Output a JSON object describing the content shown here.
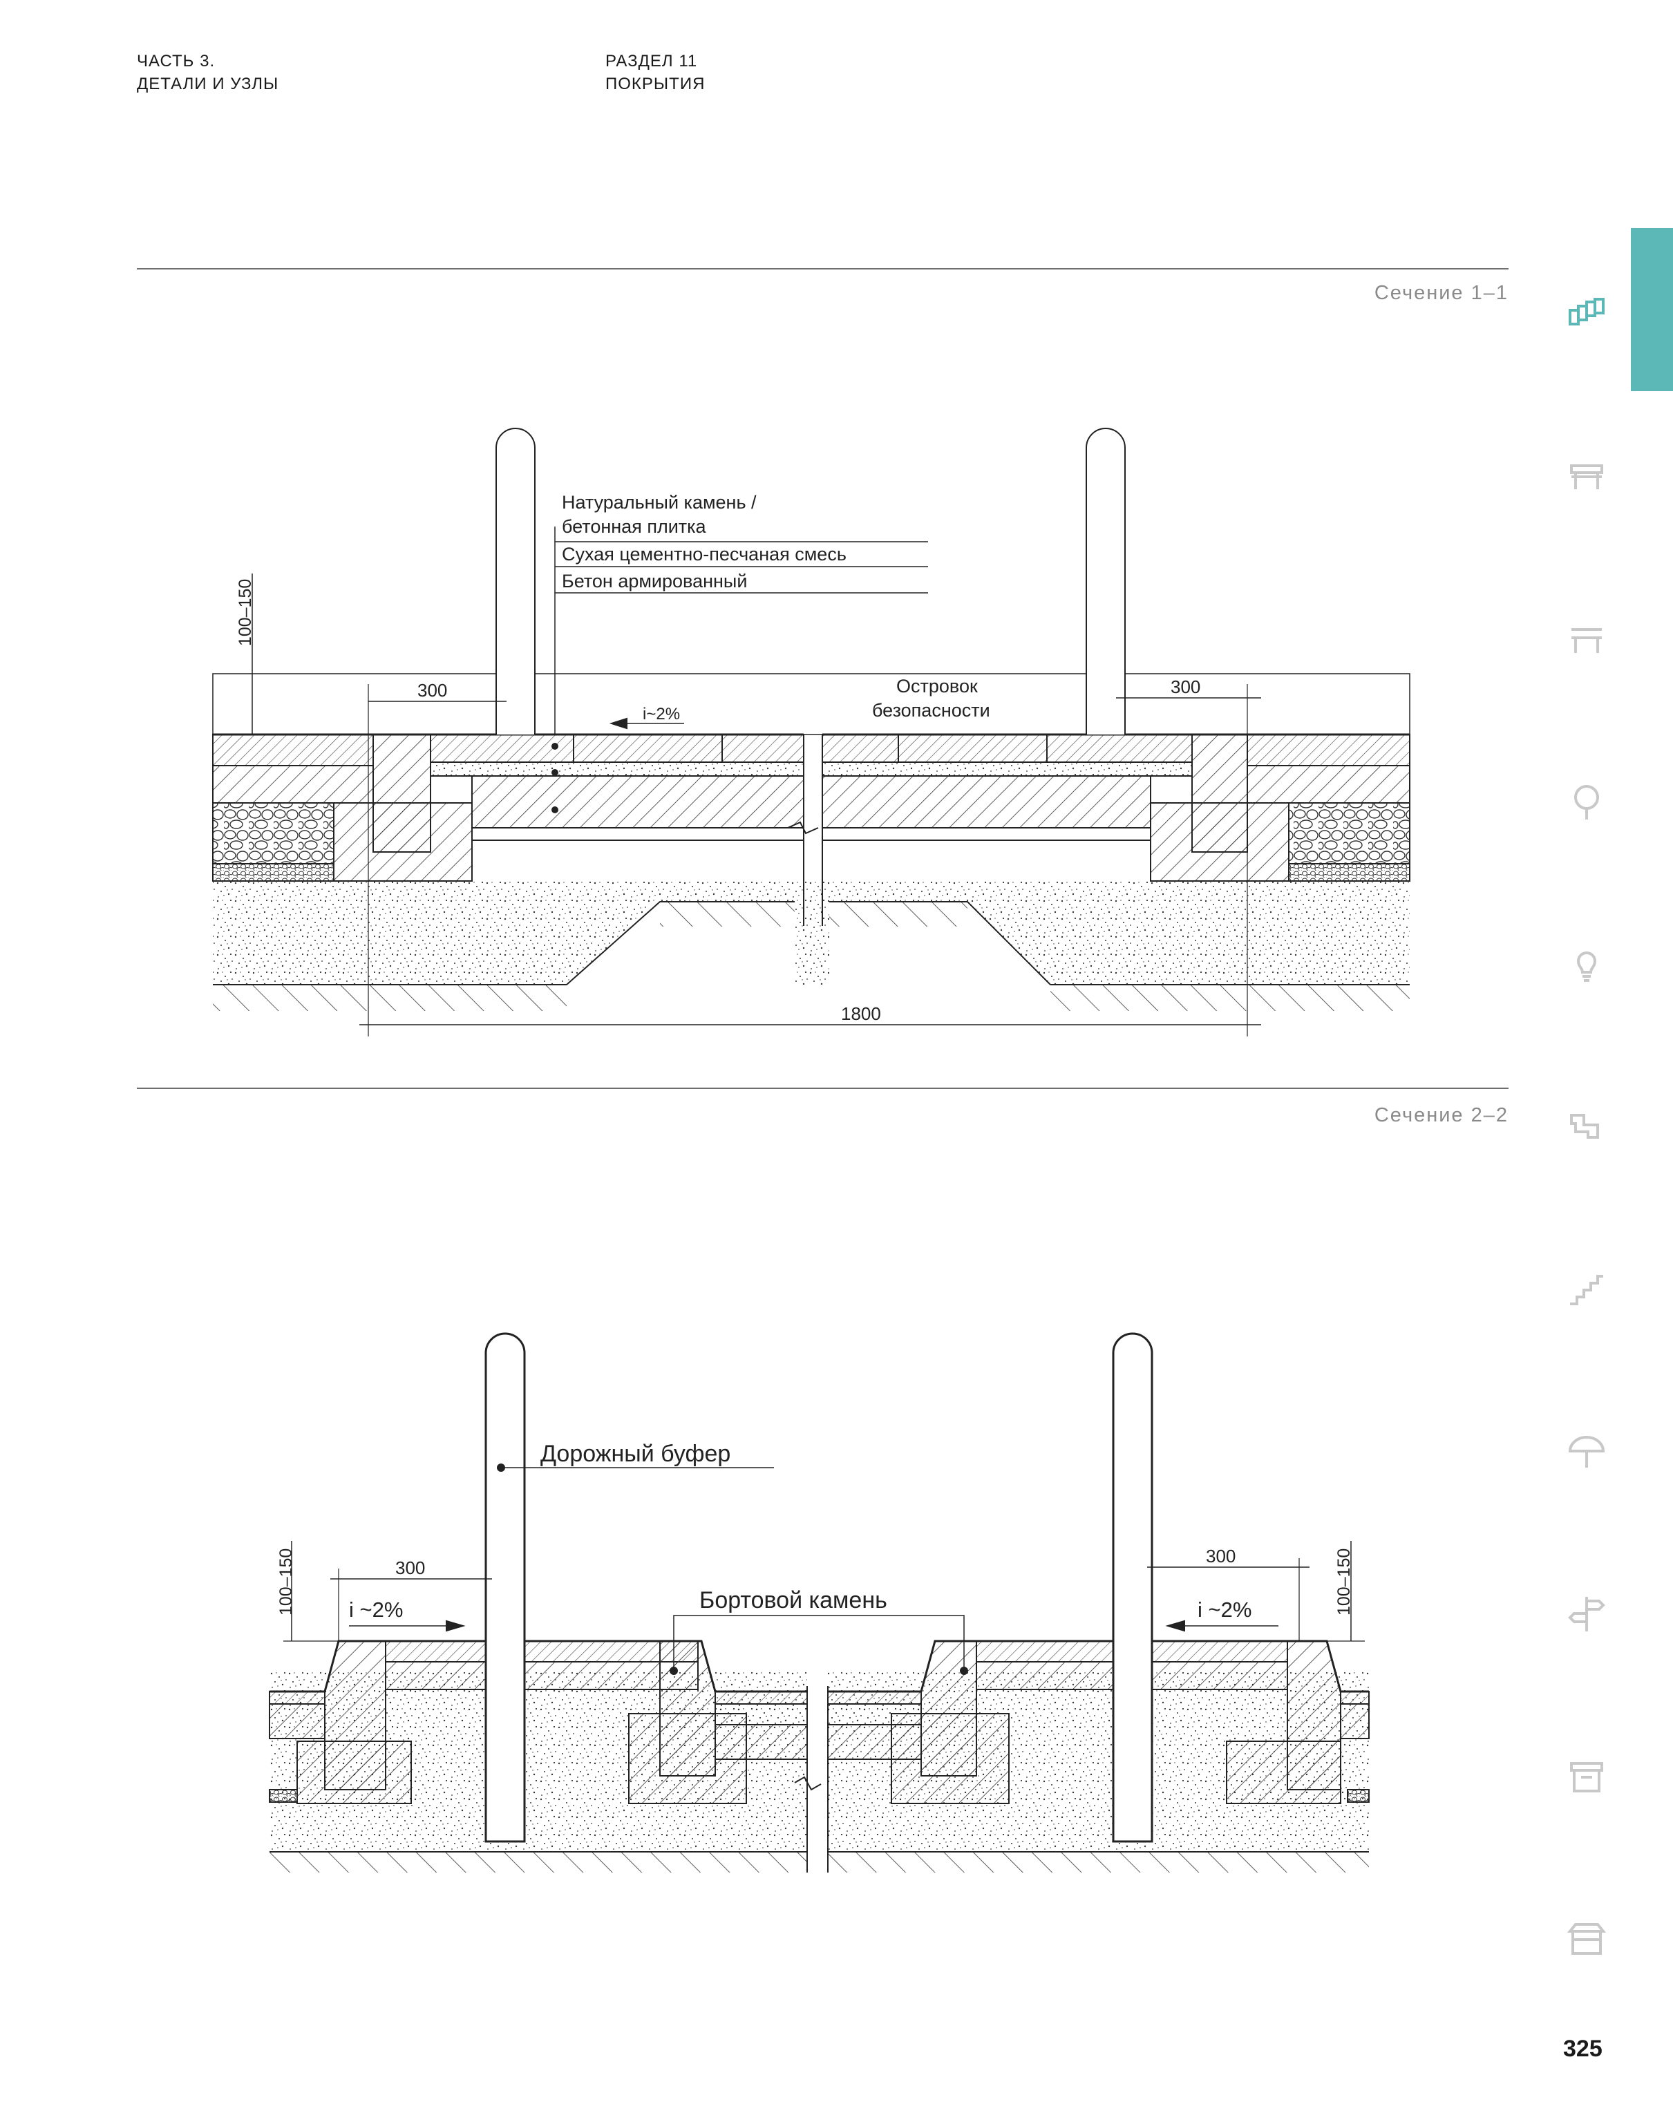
{
  "header": {
    "part_line1": "ЧАСТЬ 3.",
    "part_line2": "ДЕТАЛИ И УЗЛЫ",
    "section_line1": "РАЗДЕЛ 11",
    "section_line2": "ПОКРЫТИЯ"
  },
  "section1": {
    "title": "Сечение 1–1",
    "label_stone_1": "Натуральный камень /",
    "label_stone_2": "бетонная плитка",
    "label_mix": "Сухая цементно-песчаная смесь",
    "label_concrete": "Бетон армированный",
    "island_1": "Островок",
    "island_2": "безопасности",
    "dim_height": "100–150",
    "dim_left": "300",
    "dim_right": "300",
    "dim_total": "1800",
    "slope": "i~2%"
  },
  "section2": {
    "title": "Сечение 2–2",
    "label_buffer": "Дорожный буфер",
    "label_curb": "Бортовой камень",
    "dim_left_height": "100–150",
    "dim_right_height": "100–150",
    "dim_left": "300",
    "dim_right": "300",
    "slope_left": "i ~2%",
    "slope_right": "i ~2%"
  },
  "sidebar": {
    "accent_color": "#5bb8b7",
    "icon_color": "#c8c8c8",
    "icons": [
      "pavers-icon",
      "bench-icon",
      "table-icon",
      "tree-icon",
      "lamp-icon",
      "pipe-icon",
      "stairs-icon",
      "umbrella-icon",
      "signpost-icon",
      "bin-icon",
      "kiosk-icon"
    ]
  },
  "page_number": "325"
}
